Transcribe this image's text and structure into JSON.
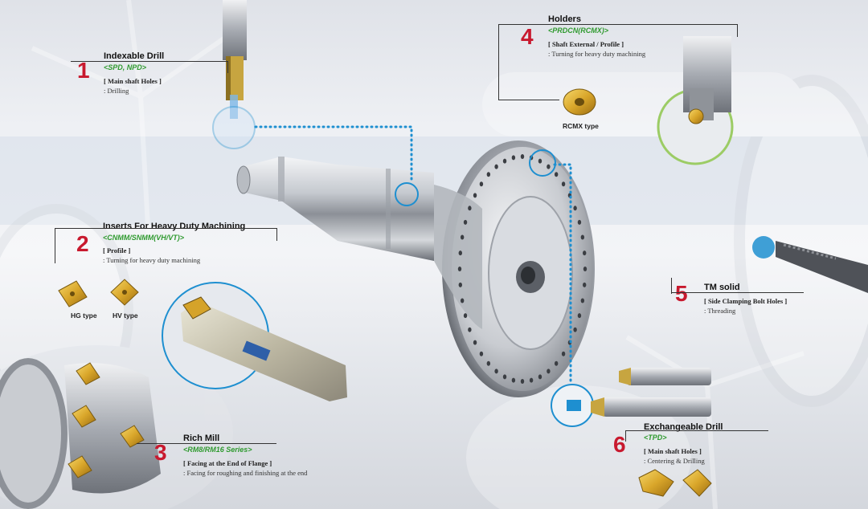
{
  "callouts": [
    {
      "number": "1",
      "title": "Indexable Drill",
      "code": "<SPD, NPD>",
      "label": "[ Main shaft Holes ]",
      "desc": ": Drilling"
    },
    {
      "number": "2",
      "title": "Inserts For Heavy Duty Machining",
      "code": "<CNMM/SNMM(VH/VT)>",
      "label": "[ Profile ]",
      "desc": ": Turning for heavy duty machining"
    },
    {
      "number": "3",
      "title": "Rich Mill",
      "code": "<RM8/RM16 Series>",
      "label": "[ Facing at the End of Flange ]",
      "desc": ": Facing for roughing and finishing at the end"
    },
    {
      "number": "4",
      "title": "Holders",
      "code": "<PRDCN(RCMX)>",
      "label": "[ Shaft External / Profile ]",
      "desc": ": Turning for heavy duty machining"
    },
    {
      "number": "5",
      "title": "TM solid",
      "code": "",
      "label": "[ Side Clamping Bolt Holes ]",
      "desc": ": Threading"
    },
    {
      "number": "6",
      "title": "Exchangeable Drill",
      "code": "<TPD>",
      "label": "[ Main shaft Holes ]",
      "desc": ": Centering & Drilling"
    }
  ],
  "insert_types": {
    "hg": "HG type",
    "hv": "HV type",
    "rcmx": "RCMX type"
  },
  "colors": {
    "number": "#c8192e",
    "code": "#2f9a2f",
    "dotted": "#1e8fd0",
    "highlight": "#9ccc65"
  }
}
